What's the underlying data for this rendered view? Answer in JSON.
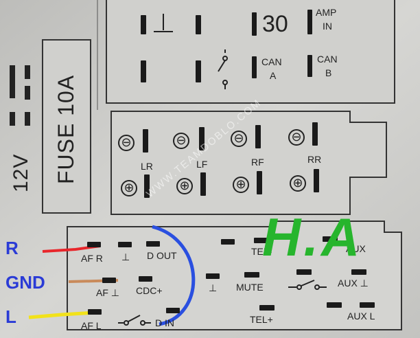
{
  "top_block": {
    "pin_30": "30",
    "amp_line1": "AMP",
    "amp_line2": "IN",
    "can_a_line1": "CAN",
    "can_a_line2": "A",
    "can_b_line1": "CAN",
    "can_b_line2": "B"
  },
  "left_block": {
    "fuse_label": "FUSE 10A",
    "voltage_label": "12V"
  },
  "speaker_block": {
    "labels": [
      "LR",
      "LF",
      "RF",
      "RR"
    ],
    "minus_sign": "⊖",
    "plus_sign": "⊕"
  },
  "bottom_block": {
    "af_r": "AF R",
    "d_out": "D OUT",
    "tel_minus": "TEL-",
    "aux_top": "AUX",
    "af_gnd": "AF ⊥",
    "cdc_plus": "CDC+",
    "ground_symbol": "⊥",
    "mute": "MUTE",
    "aux_gnd": "AUX ⊥",
    "af_l": "AF L",
    "d_in": "D IN",
    "tel_plus": "TEL+",
    "aux_l": "AUX L"
  },
  "wires": {
    "r_label": "R",
    "gnd_label": "GND",
    "l_label": "L",
    "r_color": "#e8262b",
    "gnd_color": "#c98a5a",
    "l_color": "#f2e21a",
    "bracket_color": "#2a4fe0"
  },
  "overlay": {
    "brand": "H.A",
    "brand_color": "#27b52d",
    "watermark": "WWW.TEAMDOBLO.COM"
  }
}
